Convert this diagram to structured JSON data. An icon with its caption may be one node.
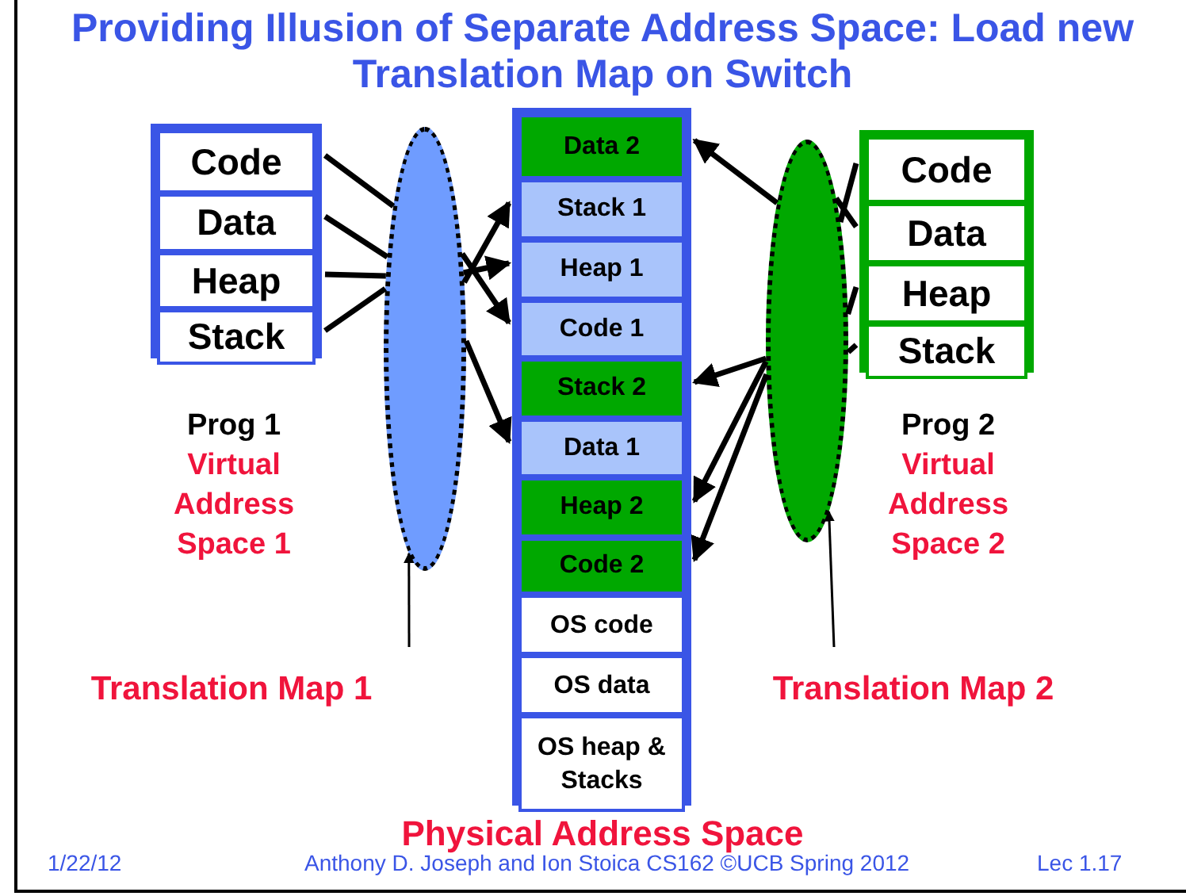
{
  "diagram": {
    "title": "Providing Illusion of Separate Address Space: Load new Translation Map on Switch",
    "nodes": [
      {
        "text": [],
        "shape": "box",
        "beside": [
          "Prog 1",
          "Virtual Address Space 1"
        ]
      },
      {
        "text": [
          "Code"
        ],
        "in": 0
      },
      {
        "text": [
          "Data"
        ],
        "in": 0
      },
      {
        "text": [
          "Heap"
        ],
        "in": 0
      },
      {
        "text": [
          "Stack"
        ],
        "in": 0
      },
      {
        "text": [],
        "shape": "box",
        "beside": [
          "Physical Address Space"
        ]
      },
      {
        "text": [
          "Data 2"
        ],
        "in": 5
      },
      {
        "text": [
          "Stack 1"
        ],
        "in": 5
      },
      {
        "text": [
          "Heap 1"
        ],
        "in": 5
      },
      {
        "text": [
          "Code 1"
        ],
        "in": 5
      },
      {
        "text": [
          "Stack 2"
        ],
        "in": 5
      },
      {
        "text": [
          "Data 1"
        ],
        "in": 5
      },
      {
        "text": [
          "Heap 2"
        ],
        "in": 5
      },
      {
        "text": [
          "Code 2"
        ],
        "in": 5
      },
      {
        "text": [
          "OS code"
        ],
        "in": 5
      },
      {
        "text": [
          "OS data"
        ],
        "in": 5
      },
      {
        "text": [
          "OS heap & Stacks"
        ],
        "in": 5
      },
      {
        "text": [],
        "shape": "box",
        "beside": [
          "Prog 2",
          "Virtual Address Space 2"
        ]
      },
      {
        "text": [
          "Code"
        ],
        "in": 17
      },
      {
        "text": [
          "Data"
        ],
        "in": 17
      },
      {
        "text": [
          "Heap"
        ],
        "in": 17
      },
      {
        "text": [
          "Stack"
        ],
        "in": 17
      },
      {
        "text": [],
        "shape": "ellipse"
      },
      {
        "text": [],
        "shape": "ellipse"
      },
      {
        "text": [
          "Translation Map 1"
        ]
      },
      {
        "text": [
          "Translation Map 2"
        ]
      }
    ],
    "edges": [
      {
        "from": 1,
        "to": 22,
        "arrow": "none"
      },
      {
        "from": 22,
        "to": 9,
        "arrow": "to"
      },
      {
        "from": 2,
        "to": 22,
        "arrow": "none"
      },
      {
        "from": 22,
        "to": 11,
        "arrow": "to"
      },
      {
        "from": 3,
        "to": 22,
        "arrow": "none"
      },
      {
        "from": 22,
        "to": 8,
        "arrow": "to"
      },
      {
        "from": 4,
        "to": 22,
        "arrow": "none"
      },
      {
        "from": 22,
        "to": 7,
        "arrow": "to"
      },
      {
        "from": 18,
        "to": 23,
        "arrow": "none"
      },
      {
        "from": 23,
        "to": 13,
        "arrow": "to"
      },
      {
        "from": 19,
        "to": 23,
        "arrow": "none"
      },
      {
        "from": 23,
        "to": 6,
        "arrow": "to"
      },
      {
        "from": 20,
        "to": 23,
        "arrow": "none"
      },
      {
        "from": 23,
        "to": 12,
        "arrow": "to"
      },
      {
        "from": 21,
        "to": 23,
        "arrow": "none"
      },
      {
        "from": 23,
        "to": 10,
        "arrow": "to"
      },
      {
        "from": 24,
        "to": 22,
        "arrow": "to"
      },
      {
        "from": 25,
        "to": 23,
        "arrow": "to"
      }
    ],
    "labels": [
      "1/22/12",
      "Anthony D. Joseph and Ion Stoica CS162 ©UCB Spring 2012",
      "Lec 1.17"
    ]
  }
}
